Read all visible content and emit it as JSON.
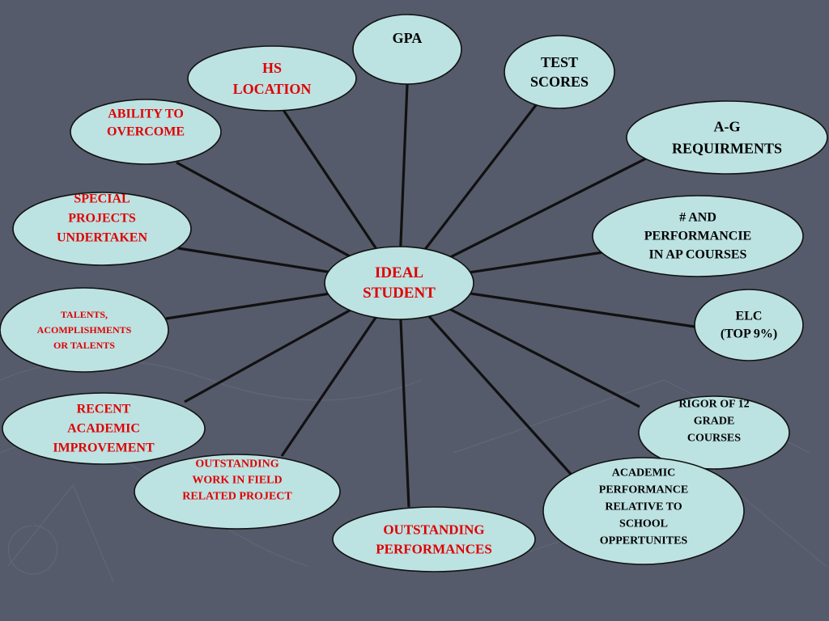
{
  "diagram": {
    "center": {
      "id": "ideal-student",
      "lines": [
        "IDEAL",
        "STUDENT"
      ],
      "color": "#e00000"
    },
    "nodes": [
      {
        "id": "gpa",
        "lines": [
          "GPA"
        ],
        "color": "#000000"
      },
      {
        "id": "test-scores",
        "lines": [
          "TEST",
          "SCORES"
        ],
        "color": "#000000"
      },
      {
        "id": "a-g-requirments",
        "lines": [
          "A-G",
          "REQUIRMENTS"
        ],
        "color": "#000000"
      },
      {
        "id": "ap-courses",
        "lines": [
          "# AND",
          "PERFORMANCIE",
          "IN AP COURSES"
        ],
        "color": "#000000"
      },
      {
        "id": "elc",
        "lines": [
          "ELC",
          "(TOP 9%)"
        ],
        "color": "#000000"
      },
      {
        "id": "rigor-12-grade",
        "lines": [
          "RIGOR OF 12",
          "GRADE",
          "COURSES"
        ],
        "color": "#000000"
      },
      {
        "id": "academic-performance",
        "lines": [
          "ACADEMIC",
          "PERFORMANCE",
          "RELATIVE TO",
          "SCHOOL",
          "OPPERTUNITES"
        ],
        "color": "#000000"
      },
      {
        "id": "outstanding-performances",
        "lines": [
          "OUTSTANDING",
          "PERFORMANCES"
        ],
        "color": "#e00000"
      },
      {
        "id": "outstanding-work",
        "lines": [
          "OUTSTANDING",
          "WORK IN FIELD",
          "RELATED PROJECT"
        ],
        "color": "#e00000"
      },
      {
        "id": "recent-improvement",
        "lines": [
          "RECENT",
          "ACADEMIC",
          "IMPROVEMENT"
        ],
        "color": "#e00000"
      },
      {
        "id": "talents",
        "lines": [
          "TALENTS,",
          "ACOMPLISHMENTS",
          "OR TALENTS"
        ],
        "color": "#e00000"
      },
      {
        "id": "special-projects",
        "lines": [
          "SPECIAL",
          "PROJECTS",
          "UNDERTAKEN"
        ],
        "color": "#e00000"
      },
      {
        "id": "ability-to-overcome",
        "lines": [
          "ABILITY TO",
          "OVERCOME"
        ],
        "color": "#e00000"
      },
      {
        "id": "hs-location",
        "lines": [
          "HS",
          "LOCATION"
        ],
        "color": "#e00000"
      }
    ]
  }
}
